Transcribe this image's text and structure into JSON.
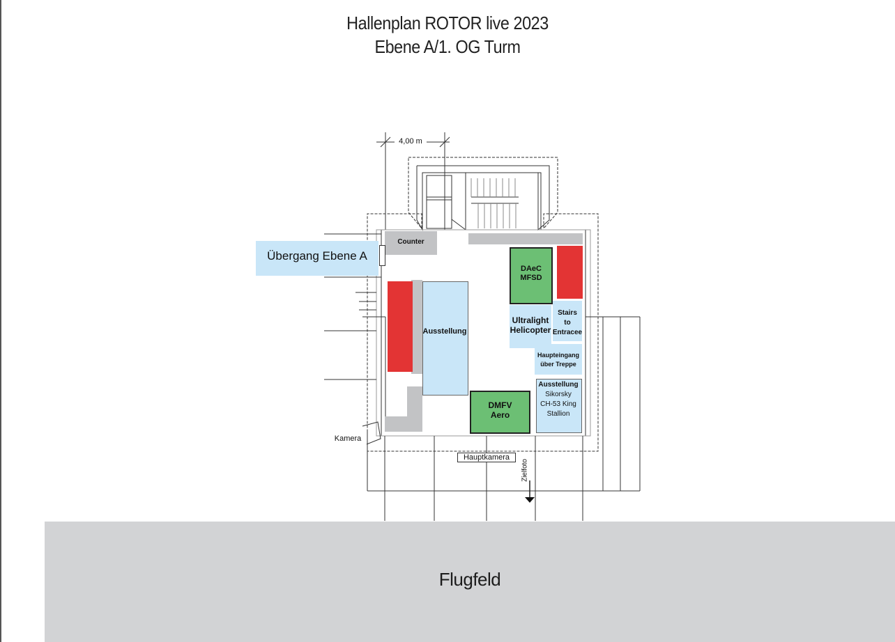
{
  "title": {
    "line1": "Hallenplan ROTOR live 2023",
    "line2": "Ebene A/1. OG Turm"
  },
  "dimension": "4,00 m",
  "labels": {
    "counter": "Counter",
    "uebergang": "Übergang Ebene A",
    "ausstellung_main": "Ausstellung",
    "daec": [
      "DAeC",
      "MFSD"
    ],
    "ultralight": [
      "Ultralight",
      "Helicopter"
    ],
    "stairs": [
      "Stairs",
      "to",
      "Entracee"
    ],
    "haupteingang": [
      "Haupteingang",
      "über Treppe"
    ],
    "sikorsky": [
      "Ausstellung",
      "Sikorsky",
      "CH-53 King",
      "Stallion"
    ],
    "dmfv": [
      "DMFV",
      "Aero"
    ],
    "kamera": "Kamera",
    "hauptkamera": "Hauptkamera",
    "zielfoto": "Zielfoto",
    "flugfeld": "Flugfeld"
  },
  "colors": {
    "light_blue": "#c9e6f8",
    "green": "#6cbf74",
    "red": "#e33434",
    "gray": "#c2c3c5",
    "field_gray": "#d2d3d5",
    "line": "#333333"
  }
}
